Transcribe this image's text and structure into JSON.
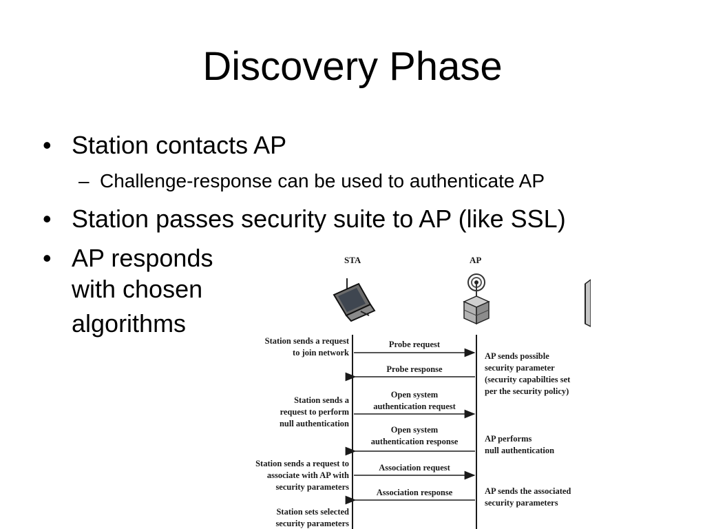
{
  "slide": {
    "title": "Discovery Phase",
    "bullets": [
      {
        "marker": "•",
        "text": "Station contacts AP"
      },
      {
        "marker": "–",
        "text": "Challenge-response can be used to authenticate AP"
      },
      {
        "marker": "•",
        "text": "Station passes security suite to AP (like SSL)"
      },
      {
        "marker": "•",
        "lines": [
          "AP responds",
          "with chosen",
          "algorithms"
        ]
      }
    ]
  },
  "diagram": {
    "headers": {
      "sta": "STA",
      "ap": "AP"
    },
    "left_notes": [
      [
        "Station sends a request",
        "to join network"
      ],
      [
        "Station sends a",
        "request to perform",
        "null authentication"
      ],
      [
        "Station sends a request to",
        "associate with AP with",
        "security parameters"
      ],
      [
        "Station sets selected",
        "security parameters"
      ]
    ],
    "messages": [
      {
        "label": [
          "Probe request"
        ],
        "direction": "to-ap"
      },
      {
        "label": [
          "Probe response"
        ],
        "direction": "to-sta"
      },
      {
        "label": [
          "Open system",
          "authentication request"
        ],
        "direction": "to-ap"
      },
      {
        "label": [
          "Open system",
          "authentication  response"
        ],
        "direction": "to-sta"
      },
      {
        "label": [
          "Association request"
        ],
        "direction": "to-ap"
      },
      {
        "label": [
          "Association response"
        ],
        "direction": "to-sta"
      }
    ],
    "right_notes": [
      [
        "AP sends possible",
        "security parameter",
        "(security capabilties set",
        "per the security policy)"
      ],
      [
        "AP performs",
        "null authentication"
      ],
      [
        "AP sends the associated",
        "security parameters"
      ]
    ]
  }
}
